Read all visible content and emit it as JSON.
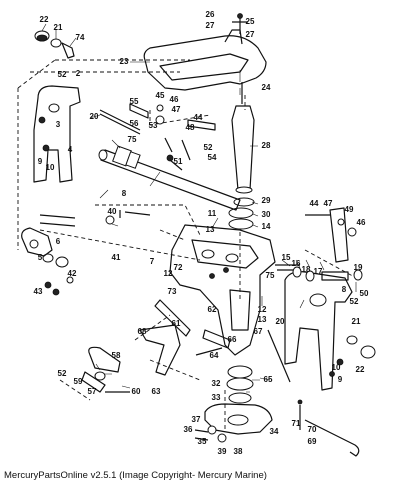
{
  "caption": "MercuryPartsOnline v2.5.1 (Image Copyright- Mercury Marine)",
  "callouts": [
    "22",
    "21",
    "74",
    "52",
    "2",
    "26",
    "25",
    "27",
    "27",
    "23",
    "24",
    "45",
    "46",
    "55",
    "56",
    "20",
    "47",
    "44",
    "48",
    "53",
    "3",
    "9",
    "10",
    "75",
    "51",
    "52",
    "54",
    "4",
    "28",
    "8",
    "29",
    "30",
    "14",
    "44",
    "47",
    "49",
    "46",
    "40",
    "11",
    "6",
    "13",
    "5",
    "42",
    "43",
    "41",
    "7",
    "72",
    "12",
    "73",
    "15",
    "16",
    "17",
    "18",
    "75",
    "52",
    "21",
    "62",
    "61",
    "63",
    "64",
    "66",
    "67",
    "68",
    "12",
    "13",
    "20",
    "50",
    "8",
    "19",
    "22",
    "58",
    "59",
    "57",
    "60",
    "52",
    "37",
    "36",
    "35",
    "39",
    "38",
    "34",
    "33",
    "32",
    "65",
    "71",
    "70",
    "69",
    "9",
    "10"
  ]
}
